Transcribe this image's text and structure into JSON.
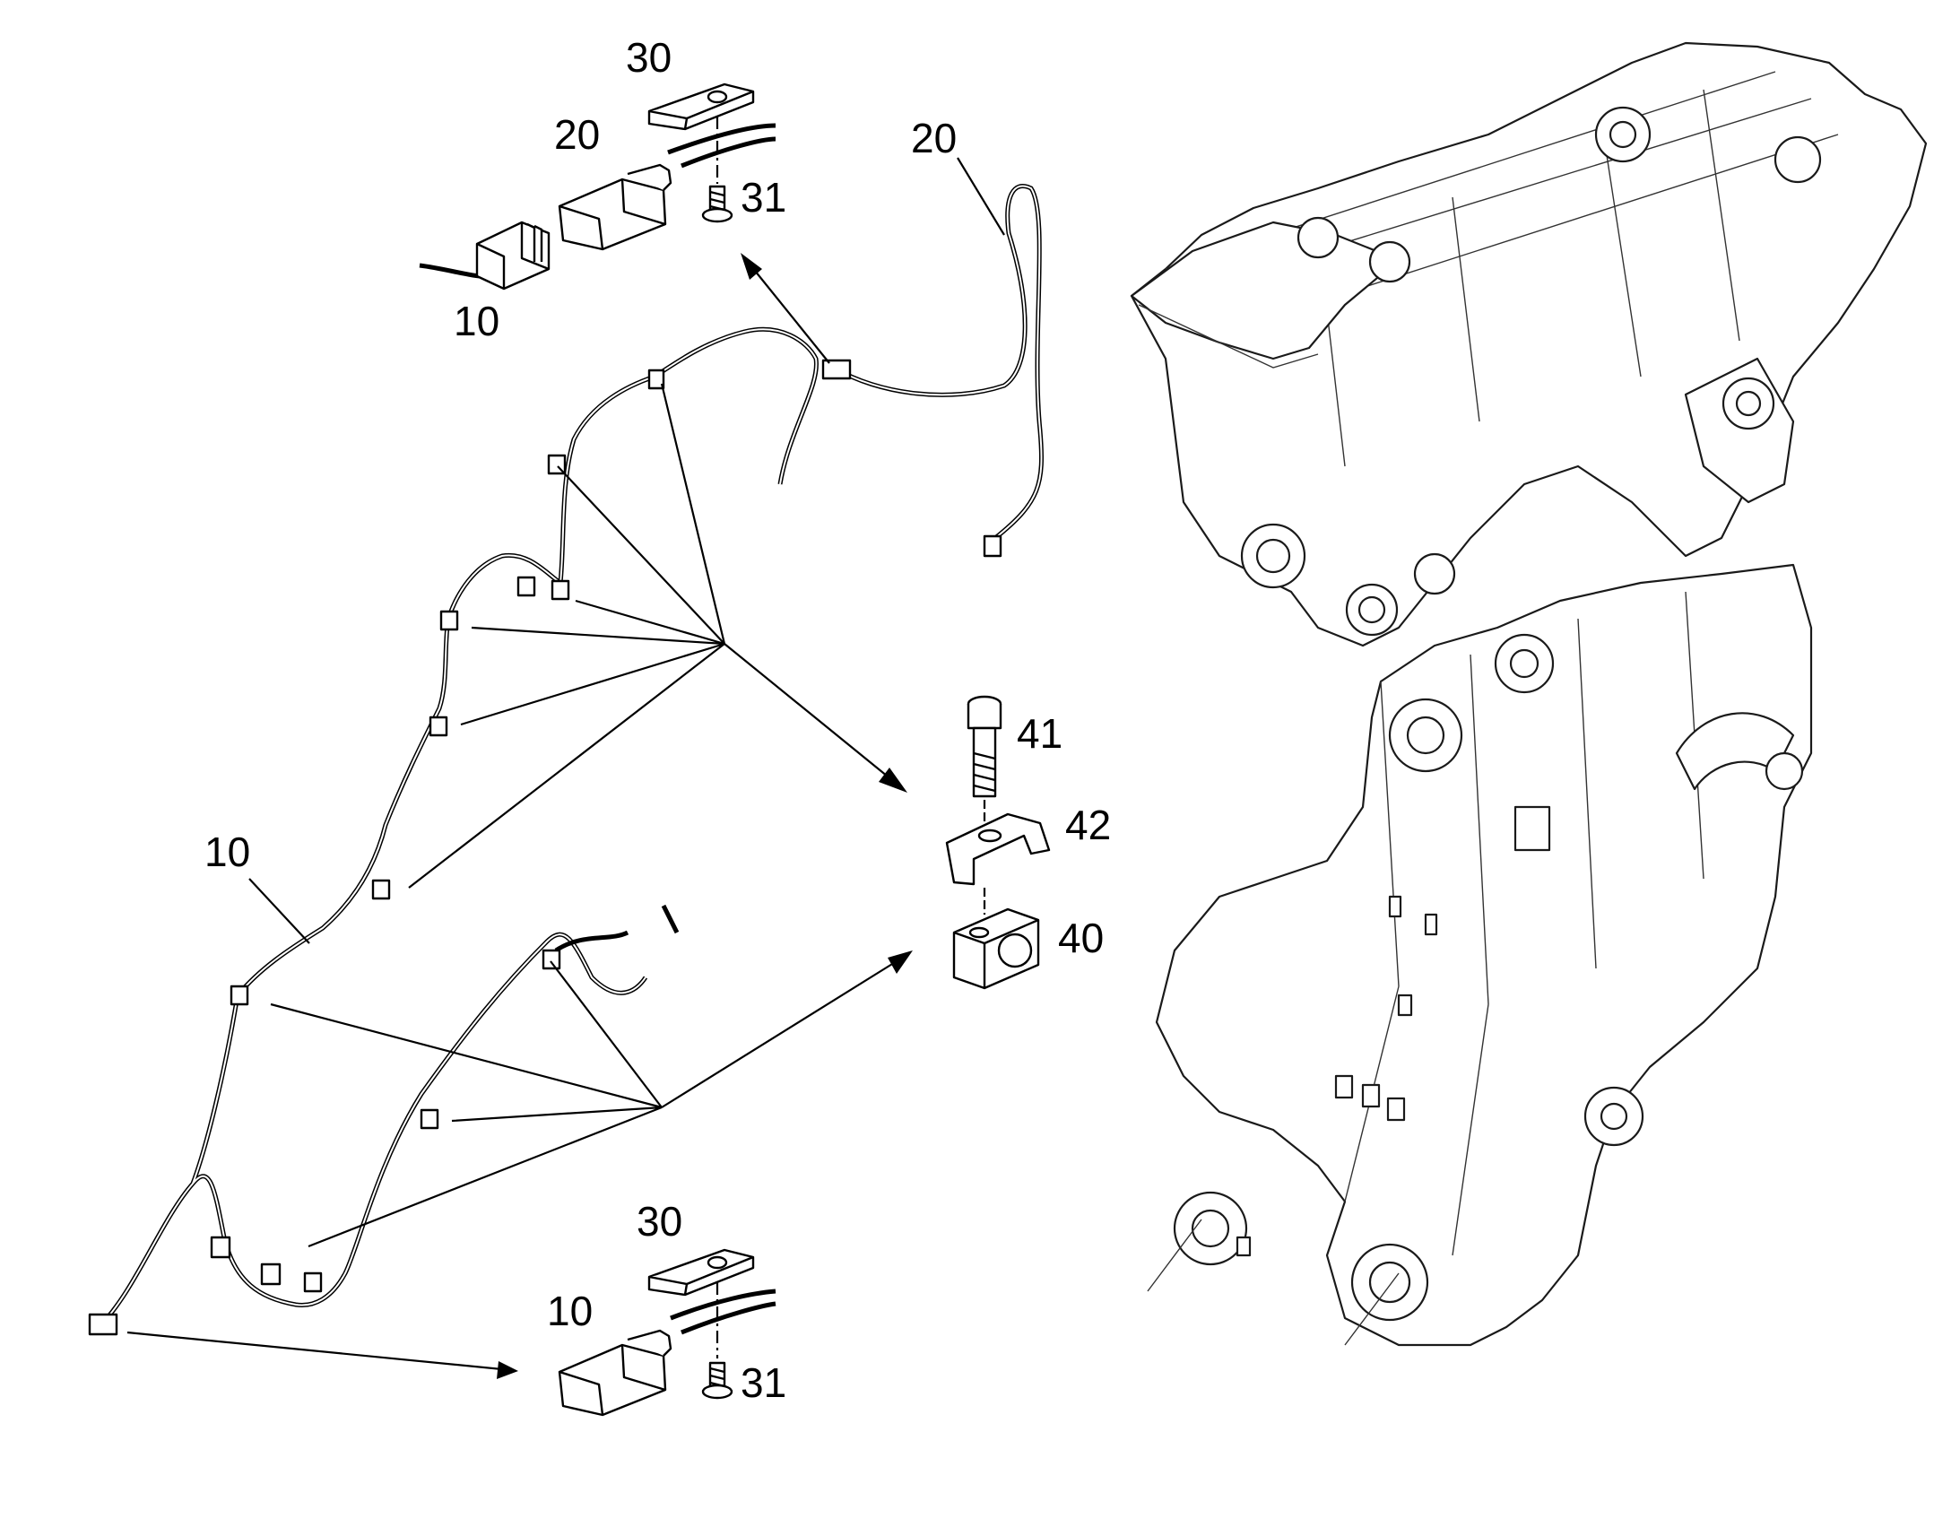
{
  "diagram": {
    "callouts": [
      {
        "id": "c30_top",
        "text": "30"
      },
      {
        "id": "c20_top",
        "text": "20"
      },
      {
        "id": "c31_top",
        "text": "31"
      },
      {
        "id": "c10_top",
        "text": "10"
      },
      {
        "id": "c20_right",
        "text": "20"
      },
      {
        "id": "c41",
        "text": "41"
      },
      {
        "id": "c42",
        "text": "42"
      },
      {
        "id": "c40",
        "text": "40"
      },
      {
        "id": "c10_left",
        "text": "10"
      },
      {
        "id": "c30_bottom",
        "text": "30"
      },
      {
        "id": "c10_bottom",
        "text": "10"
      },
      {
        "id": "c31_bottom",
        "text": "31"
      }
    ]
  }
}
